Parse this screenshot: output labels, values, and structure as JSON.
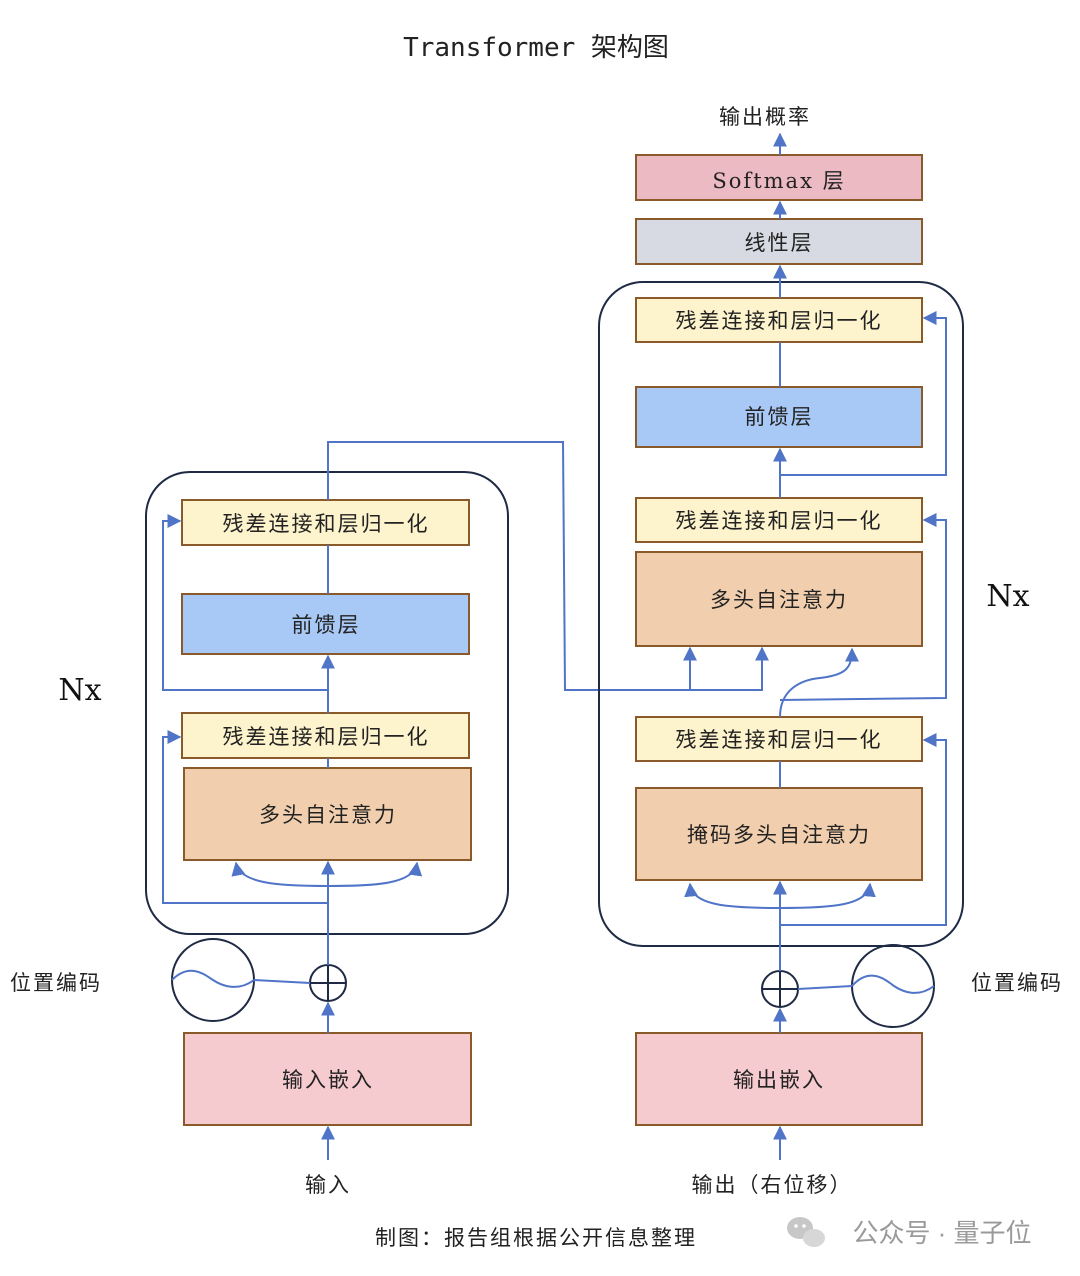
{
  "title": "Transformer 架构图",
  "colors": {
    "arrow": "#4f74c8",
    "norm_fill": "#fdf3cc",
    "ffn_fill": "#a8c9f5",
    "attn_fill": "#f1cfae",
    "embed_fill": "#f6cbcf",
    "softmax_fill": "#ecbac2",
    "linear_fill": "#d7dae3",
    "frame": "#1f2a44",
    "box_border": "#8a5a2b"
  },
  "encoder": {
    "repeat_label": "Nx",
    "norm_top": "残差连接和层归一化",
    "ffn": "前馈层",
    "norm_bottom": "残差连接和层归一化",
    "attention": "多头自注意力",
    "positional_encoding": "位置编码",
    "embedding": "输入嵌入",
    "input": "输入"
  },
  "decoder": {
    "repeat_label": "Nx",
    "output_probs": "输出概率",
    "softmax": "Softmax 层",
    "linear": "线性层",
    "norm_top": "残差连接和层归一化",
    "ffn": "前馈层",
    "norm_mid": "残差连接和层归一化",
    "attention": "多头自注意力",
    "norm_bottom": "残差连接和层归一化",
    "masked_attention": "掩码多头自注意力",
    "positional_encoding": "位置编码",
    "embedding": "输出嵌入",
    "input": "输出（右位移）"
  },
  "source_note": "制图：报告组根据公开信息整理",
  "watermark": "公众号 · 量子位"
}
